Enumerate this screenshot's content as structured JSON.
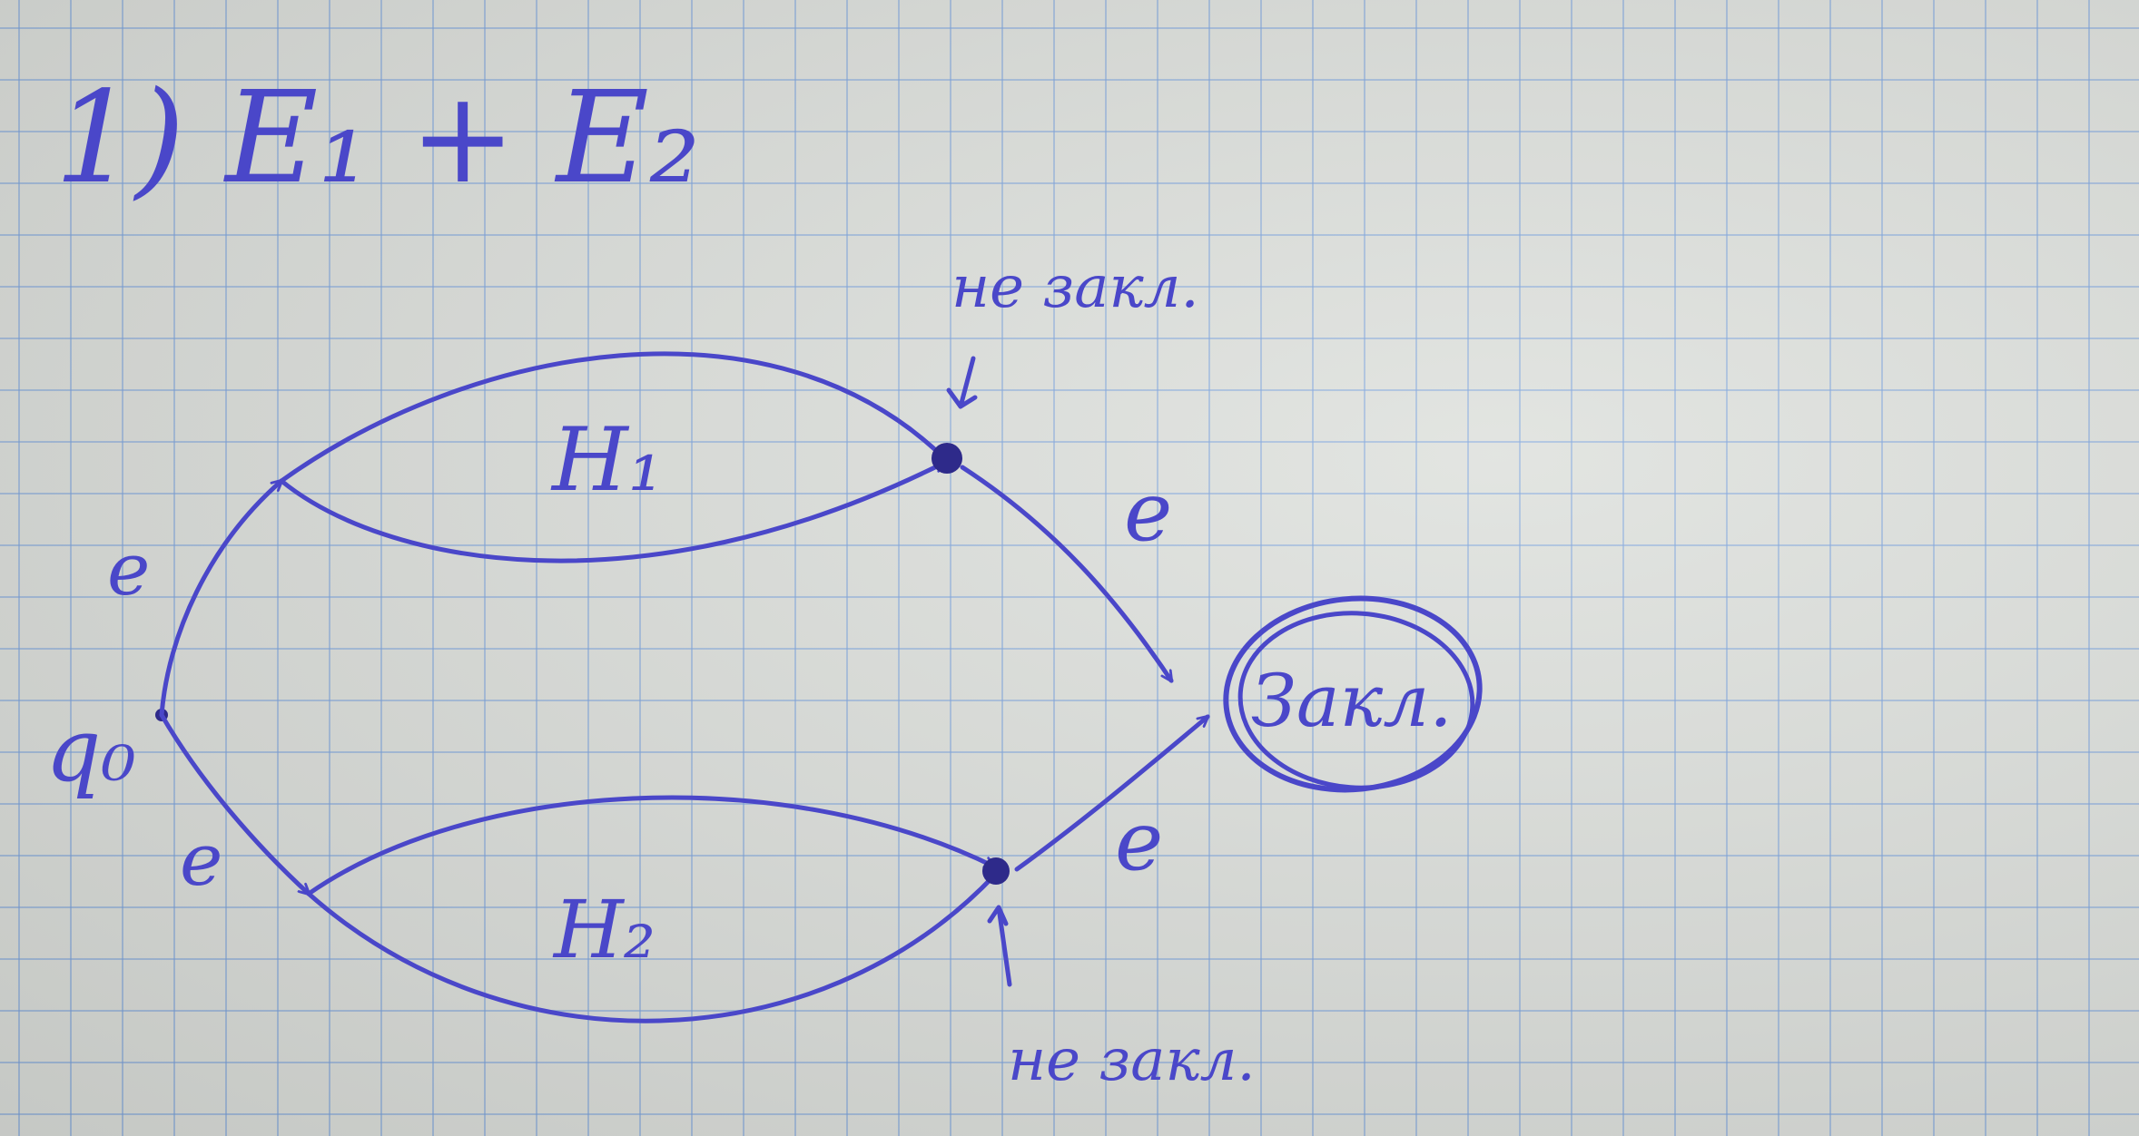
{
  "title": "1) E₁ + E₂",
  "nodes": {
    "start": "q₀",
    "final": "Закл."
  },
  "automata": {
    "upper": "H₁",
    "lower": "H₂"
  },
  "edge_labels": {
    "start_to_upper": "e",
    "start_to_lower": "e",
    "upper_to_final": "e",
    "lower_to_final": "e"
  },
  "annotations": {
    "upper_end": "не закл.",
    "lower_end": "не закл."
  },
  "colors": {
    "ink": "#4a47c9",
    "paper": "#dcdfdb",
    "grid": "#78a0dc"
  }
}
